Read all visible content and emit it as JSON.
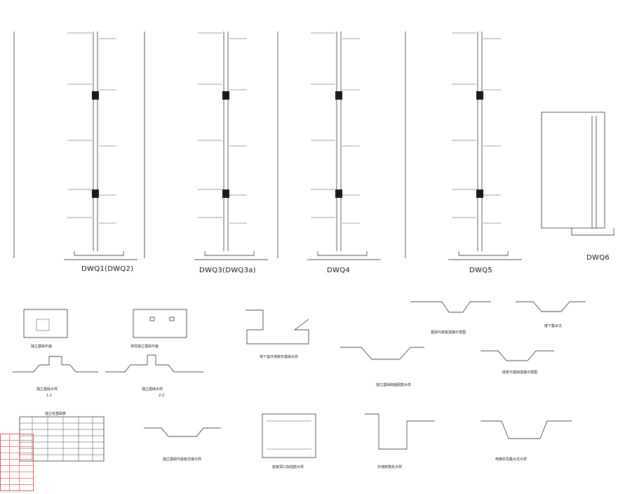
{
  "drawing": {
    "wall_labels": [
      "DWQ1(DWQ2)",
      "DWQ3(DWQ3a)",
      "DWQ4",
      "DWQ5",
      "DWQ6"
    ],
    "detail_captions": [
      "独立基础平面",
      "单柱独立基础平面",
      "地下室外墙条形基础大样",
      "基础与底板连接示意图",
      "楼下集水坑",
      "独立基础大样",
      "独立基础大样",
      "1-1",
      "2-2",
      "独立基础侧面配筋大样",
      "底板与基础连接示意图",
      "独立基础与底板交接大样",
      "底板洞口加强筋大样",
      "外墙转角处大样",
      "电梯井及集水坑大样"
    ],
    "table_title": "独立柱基础表",
    "colors": {
      "line": "#1a1a1a",
      "stamp": "#e05a5a"
    }
  }
}
